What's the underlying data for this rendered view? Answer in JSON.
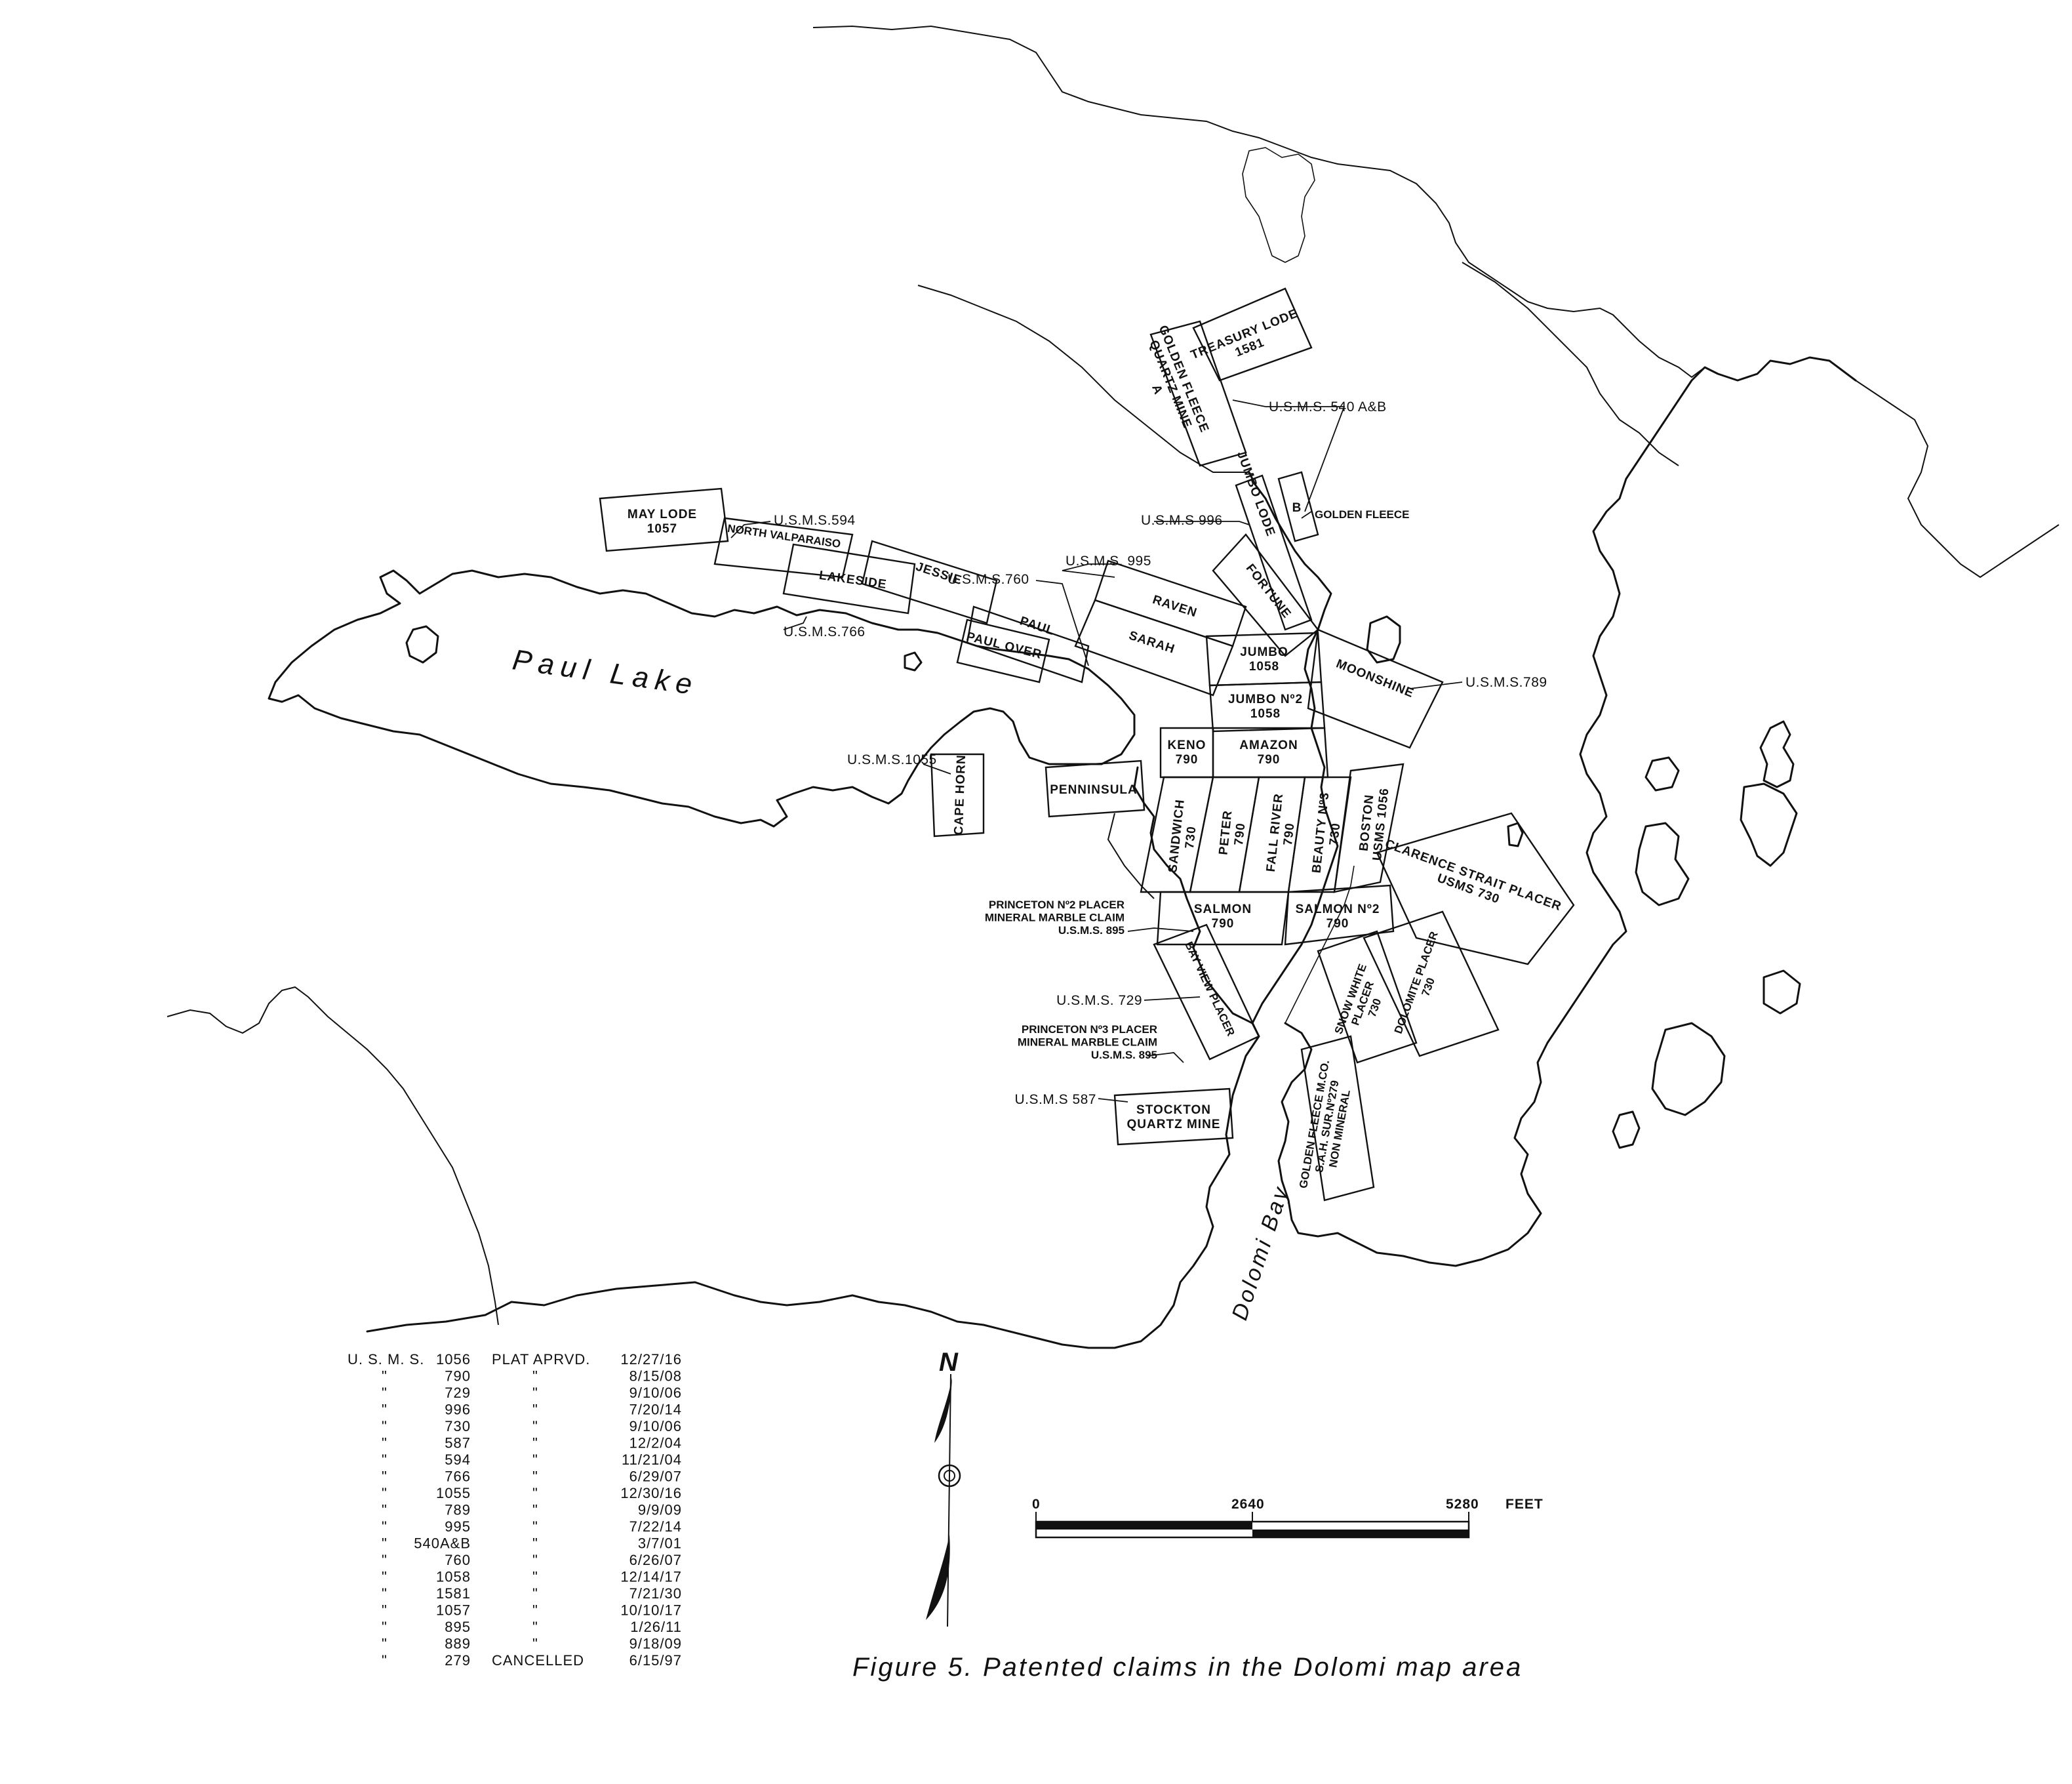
{
  "lake_label": "Paul Lake",
  "bay_label": "Dolomi Bay",
  "north_label": "N",
  "caption": "Figure 5. Patented claims in the Dolomi map area",
  "scale": {
    "ticks": [
      "0",
      "2640",
      "5280"
    ],
    "unit": "FEET"
  },
  "claims": [
    {
      "id": "treasury",
      "lines": [
        "TREASURY LODE",
        "1581"
      ]
    },
    {
      "id": "golden-fleece-a",
      "lines": [
        "GOLDEN FLEECE",
        "QUARTZ MINE",
        "A"
      ]
    },
    {
      "id": "golden-fleece-b",
      "lines": [
        "B"
      ]
    },
    {
      "id": "jumbo-lode",
      "lines": [
        "JUMBO LODE"
      ]
    },
    {
      "id": "may-lode",
      "lines": [
        "MAY LODE",
        "1057"
      ]
    },
    {
      "id": "north-valparaiso",
      "lines": [
        "NORTH VALPARAISO"
      ]
    },
    {
      "id": "lakeside",
      "lines": [
        "LAKESIDE"
      ]
    },
    {
      "id": "jessie",
      "lines": [
        "JESSIE"
      ]
    },
    {
      "id": "paul",
      "lines": [
        "PAUL"
      ]
    },
    {
      "id": "paul-over",
      "lines": [
        "PAUL OVER"
      ]
    },
    {
      "id": "raven",
      "lines": [
        "RAVEN"
      ]
    },
    {
      "id": "sarah",
      "lines": [
        "SARAH"
      ]
    },
    {
      "id": "fortune",
      "lines": [
        "FORTUNE"
      ]
    },
    {
      "id": "jumbo-1058",
      "lines": [
        "JUMBO",
        "1058"
      ]
    },
    {
      "id": "jumbo-2",
      "lines": [
        "JUMBO Nº2",
        "1058"
      ]
    },
    {
      "id": "moonshine",
      "lines": [
        "MOONSHINE"
      ]
    },
    {
      "id": "keno",
      "lines": [
        "KENO",
        "790"
      ]
    },
    {
      "id": "amazon",
      "lines": [
        "AMAZON",
        "790"
      ]
    },
    {
      "id": "cape-horn",
      "lines": [
        "CAPE HORN"
      ]
    },
    {
      "id": "penninsula",
      "lines": [
        "PENNINSULA"
      ]
    },
    {
      "id": "sandwich",
      "lines": [
        "SANDWICH",
        "730"
      ]
    },
    {
      "id": "peter",
      "lines": [
        "PETER",
        "790"
      ]
    },
    {
      "id": "fall-river",
      "lines": [
        "FALL RIVER",
        "790"
      ]
    },
    {
      "id": "beauty-3",
      "lines": [
        "BEAUTY Nº3",
        "730"
      ]
    },
    {
      "id": "boston",
      "lines": [
        "BOSTON",
        "USMS 1056"
      ]
    },
    {
      "id": "clarence",
      "lines": [
        "CLARENCE STRAIT PLACER",
        "USMS 730"
      ]
    },
    {
      "id": "salmon",
      "lines": [
        "SALMON",
        "790"
      ]
    },
    {
      "id": "salmon-2",
      "lines": [
        "SALMON Nº2",
        "790"
      ]
    },
    {
      "id": "bay-view",
      "lines": [
        "BAY VIEW PLACER"
      ]
    },
    {
      "id": "snow-white",
      "lines": [
        "SNOW WHITE",
        "PLACER",
        "730"
      ]
    },
    {
      "id": "dolomite",
      "lines": [
        "DOLOMITE PLACER",
        "730"
      ]
    },
    {
      "id": "stockton",
      "lines": [
        "STOCKTON",
        "QUARTZ MINE"
      ]
    },
    {
      "id": "golden-fleece-mco",
      "lines": [
        "GOLDEN FLEECE M.CO.",
        "S.A.H. SUR.Nº279",
        "NON MINERAL"
      ]
    }
  ],
  "callouts": [
    {
      "id": "usms-540",
      "lines": [
        "U.S.M.S. 540 A&B"
      ]
    },
    {
      "id": "golden-fleece",
      "lines": [
        "GOLDEN FLEECE"
      ]
    },
    {
      "id": "usms-594",
      "lines": [
        "U.S.M.S.594"
      ]
    },
    {
      "id": "usms-996",
      "lines": [
        "U.S.M.S 996"
      ]
    },
    {
      "id": "usms-995",
      "lines": [
        "U.S.M.S. 995"
      ]
    },
    {
      "id": "usms-760",
      "lines": [
        "U.S.M.S.760"
      ]
    },
    {
      "id": "usms-766",
      "lines": [
        "U.S.M.S.766"
      ]
    },
    {
      "id": "usms-789",
      "lines": [
        "U.S.M.S.789"
      ]
    },
    {
      "id": "usms-1055",
      "lines": [
        "U.S.M.S.1055"
      ]
    },
    {
      "id": "princeton-2",
      "lines": [
        "PRINCETON Nº2 PLACER",
        "MINERAL MARBLE CLAIM",
        "U.S.M.S. 895"
      ]
    },
    {
      "id": "usms-729",
      "lines": [
        "U.S.M.S. 729"
      ]
    },
    {
      "id": "princeton-3",
      "lines": [
        "PRINCETON Nº3 PLACER",
        "MINERAL MARBLE CLAIM",
        "U.S.M.S. 895"
      ]
    },
    {
      "id": "usms-587",
      "lines": [
        "U.S.M.S 587"
      ]
    }
  ],
  "plat_table": {
    "prefix": "U. S. M. S.",
    "plat_label": "PLAT APRVD.",
    "ditto": "\"",
    "rows": [
      {
        "usms": "1056",
        "status": "PLAT APRVD.",
        "date": "12/27/16"
      },
      {
        "usms": "790",
        "status": "\"",
        "date": "8/15/08"
      },
      {
        "usms": "729",
        "status": "\"",
        "date": "9/10/06"
      },
      {
        "usms": "996",
        "status": "\"",
        "date": "7/20/14"
      },
      {
        "usms": "730",
        "status": "\"",
        "date": "9/10/06"
      },
      {
        "usms": "587",
        "status": "\"",
        "date": "12/2/04"
      },
      {
        "usms": "594",
        "status": "\"",
        "date": "11/21/04"
      },
      {
        "usms": "766",
        "status": "\"",
        "date": "6/29/07"
      },
      {
        "usms": "1055",
        "status": "\"",
        "date": "12/30/16"
      },
      {
        "usms": "789",
        "status": "\"",
        "date": "9/9/09"
      },
      {
        "usms": "995",
        "status": "\"",
        "date": "7/22/14"
      },
      {
        "usms": "540A&B",
        "status": "\"",
        "date": "3/7/01"
      },
      {
        "usms": "760",
        "status": "\"",
        "date": "6/26/07"
      },
      {
        "usms": "1058",
        "status": "\"",
        "date": "12/14/17"
      },
      {
        "usms": "1581",
        "status": "\"",
        "date": "7/21/30"
      },
      {
        "usms": "1057",
        "status": "\"",
        "date": "10/10/17"
      },
      {
        "usms": "895",
        "status": "\"",
        "date": "1/26/11"
      },
      {
        "usms": "889",
        "status": "\"",
        "date": "9/18/09"
      },
      {
        "usms": "279",
        "status": "CANCELLED",
        "date": "6/15/97"
      }
    ]
  }
}
